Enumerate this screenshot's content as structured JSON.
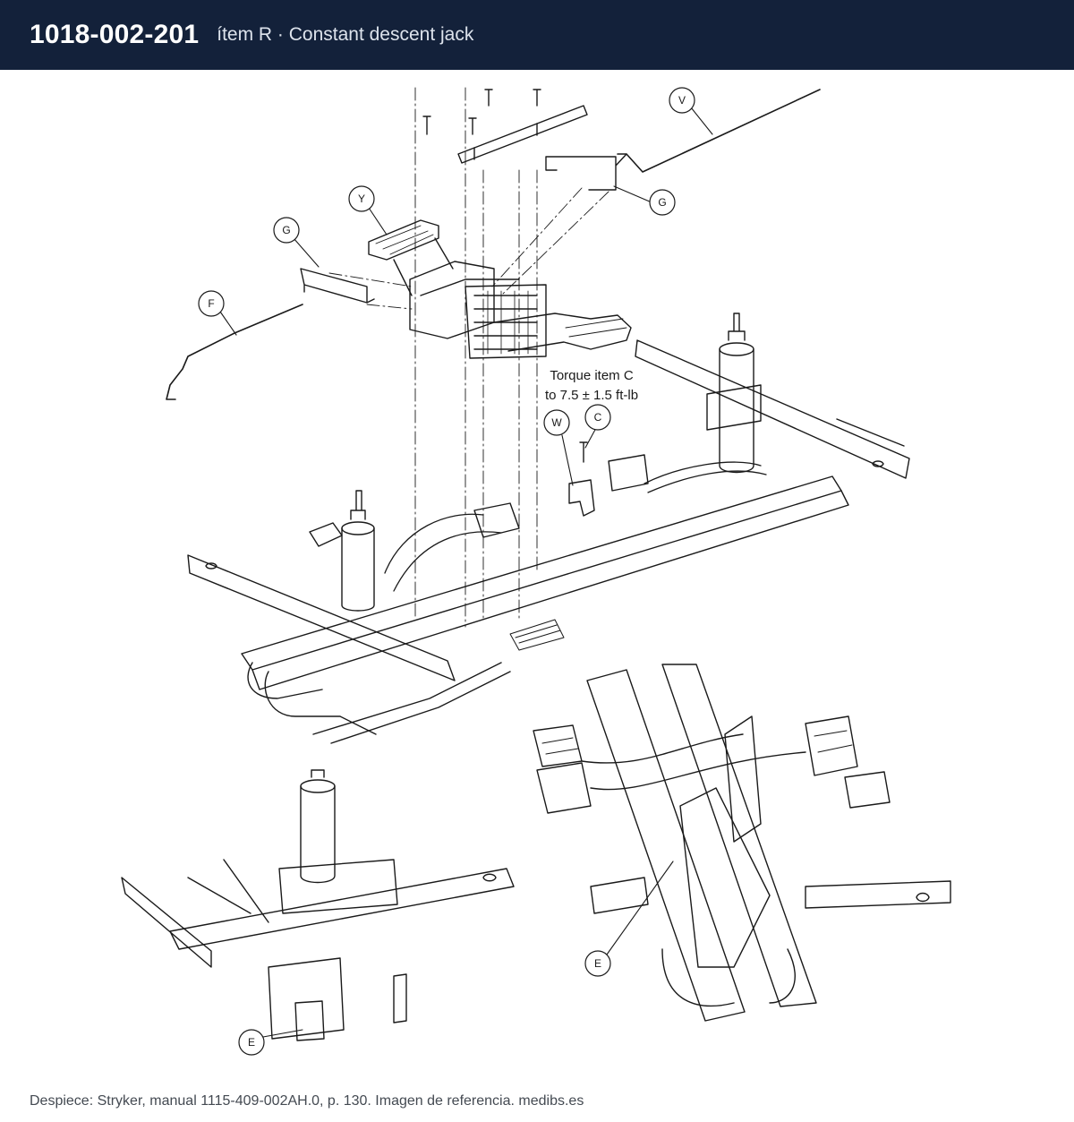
{
  "header": {
    "part_number": "1018-002-201",
    "subtitle": "ítem R · Constant descent jack"
  },
  "callouts": [
    "V",
    "G",
    "Y",
    "G",
    "F",
    "W",
    "C",
    "E",
    "E"
  ],
  "note": {
    "line1": "Torque item C",
    "line2": "to 7.5 ± 1.5 ft-lb"
  },
  "footer": {
    "text": "Despiece: Stryker, manual 1115-409-002AH.0, p. 130. Imagen de referencia. medibs.es"
  }
}
